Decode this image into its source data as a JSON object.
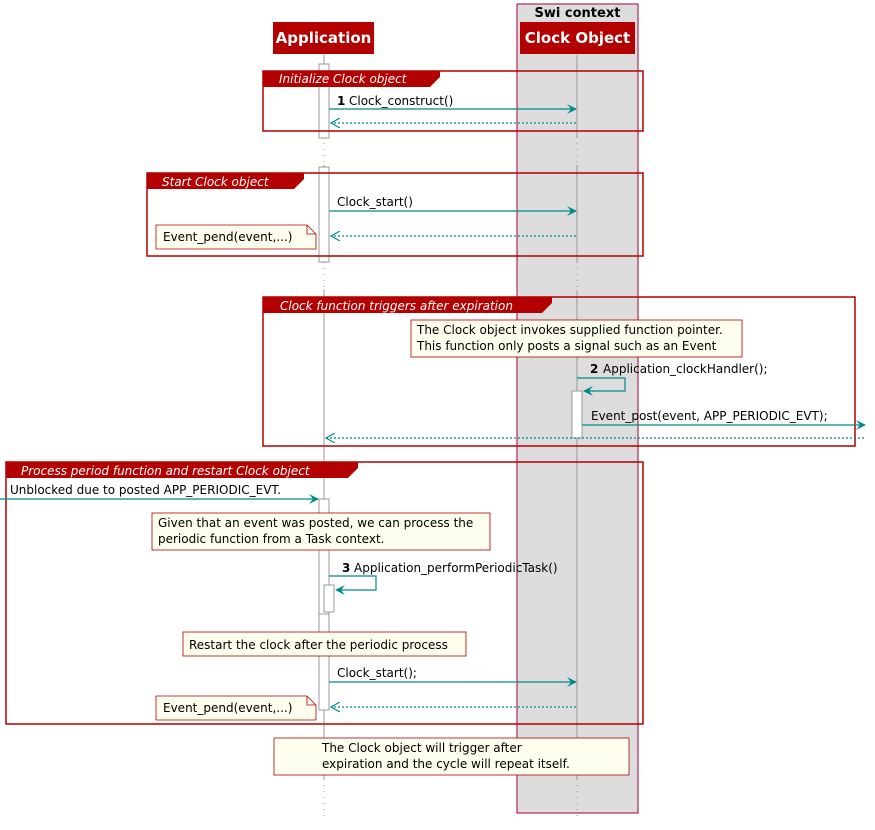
{
  "colors": {
    "participant_fill": "#b30000",
    "fragment_border": "#b30000",
    "arrow": "#008b8b",
    "note_fill": "#fefeee",
    "box_fill": "#dddddd",
    "box_border": "#a80036"
  },
  "box": {
    "title": "Swi context"
  },
  "participants": {
    "application": "Application",
    "clock_object": "Clock Object"
  },
  "fragments": {
    "initialize": "Initialize Clock object",
    "start": "Start Clock object",
    "triggers": "Clock function triggers after expiration",
    "process": "Process period function and restart Clock object"
  },
  "messages": {
    "m1_num": "1",
    "m1": "Clock_construct()",
    "m_start": "Clock_start()",
    "m2_num": "2",
    "m2": "Application_clockHandler();",
    "m_post": "Event_post(event, APP_PERIODIC_EVT);",
    "m_unblocked": "Unblocked due to posted APP_PERIODIC_EVT.",
    "m3_num": "3",
    "m3": "Application_performPeriodicTask()",
    "m_restart": "Clock_start();"
  },
  "notes": {
    "pend1": "Event_pend(event,...)",
    "invoke_line1": "The Clock object invokes supplied function pointer.",
    "invoke_line2": "This function only posts a signal such as an Event",
    "given_line1": "Given that an event was posted, we can process the",
    "given_line2": "periodic function from a Task context.",
    "restart": "Restart the clock after the periodic process",
    "pend2": "Event_pend(event,...)",
    "final_line1": "The Clock object will trigger after",
    "final_line2": "expiration and the cycle will repeat itself."
  }
}
